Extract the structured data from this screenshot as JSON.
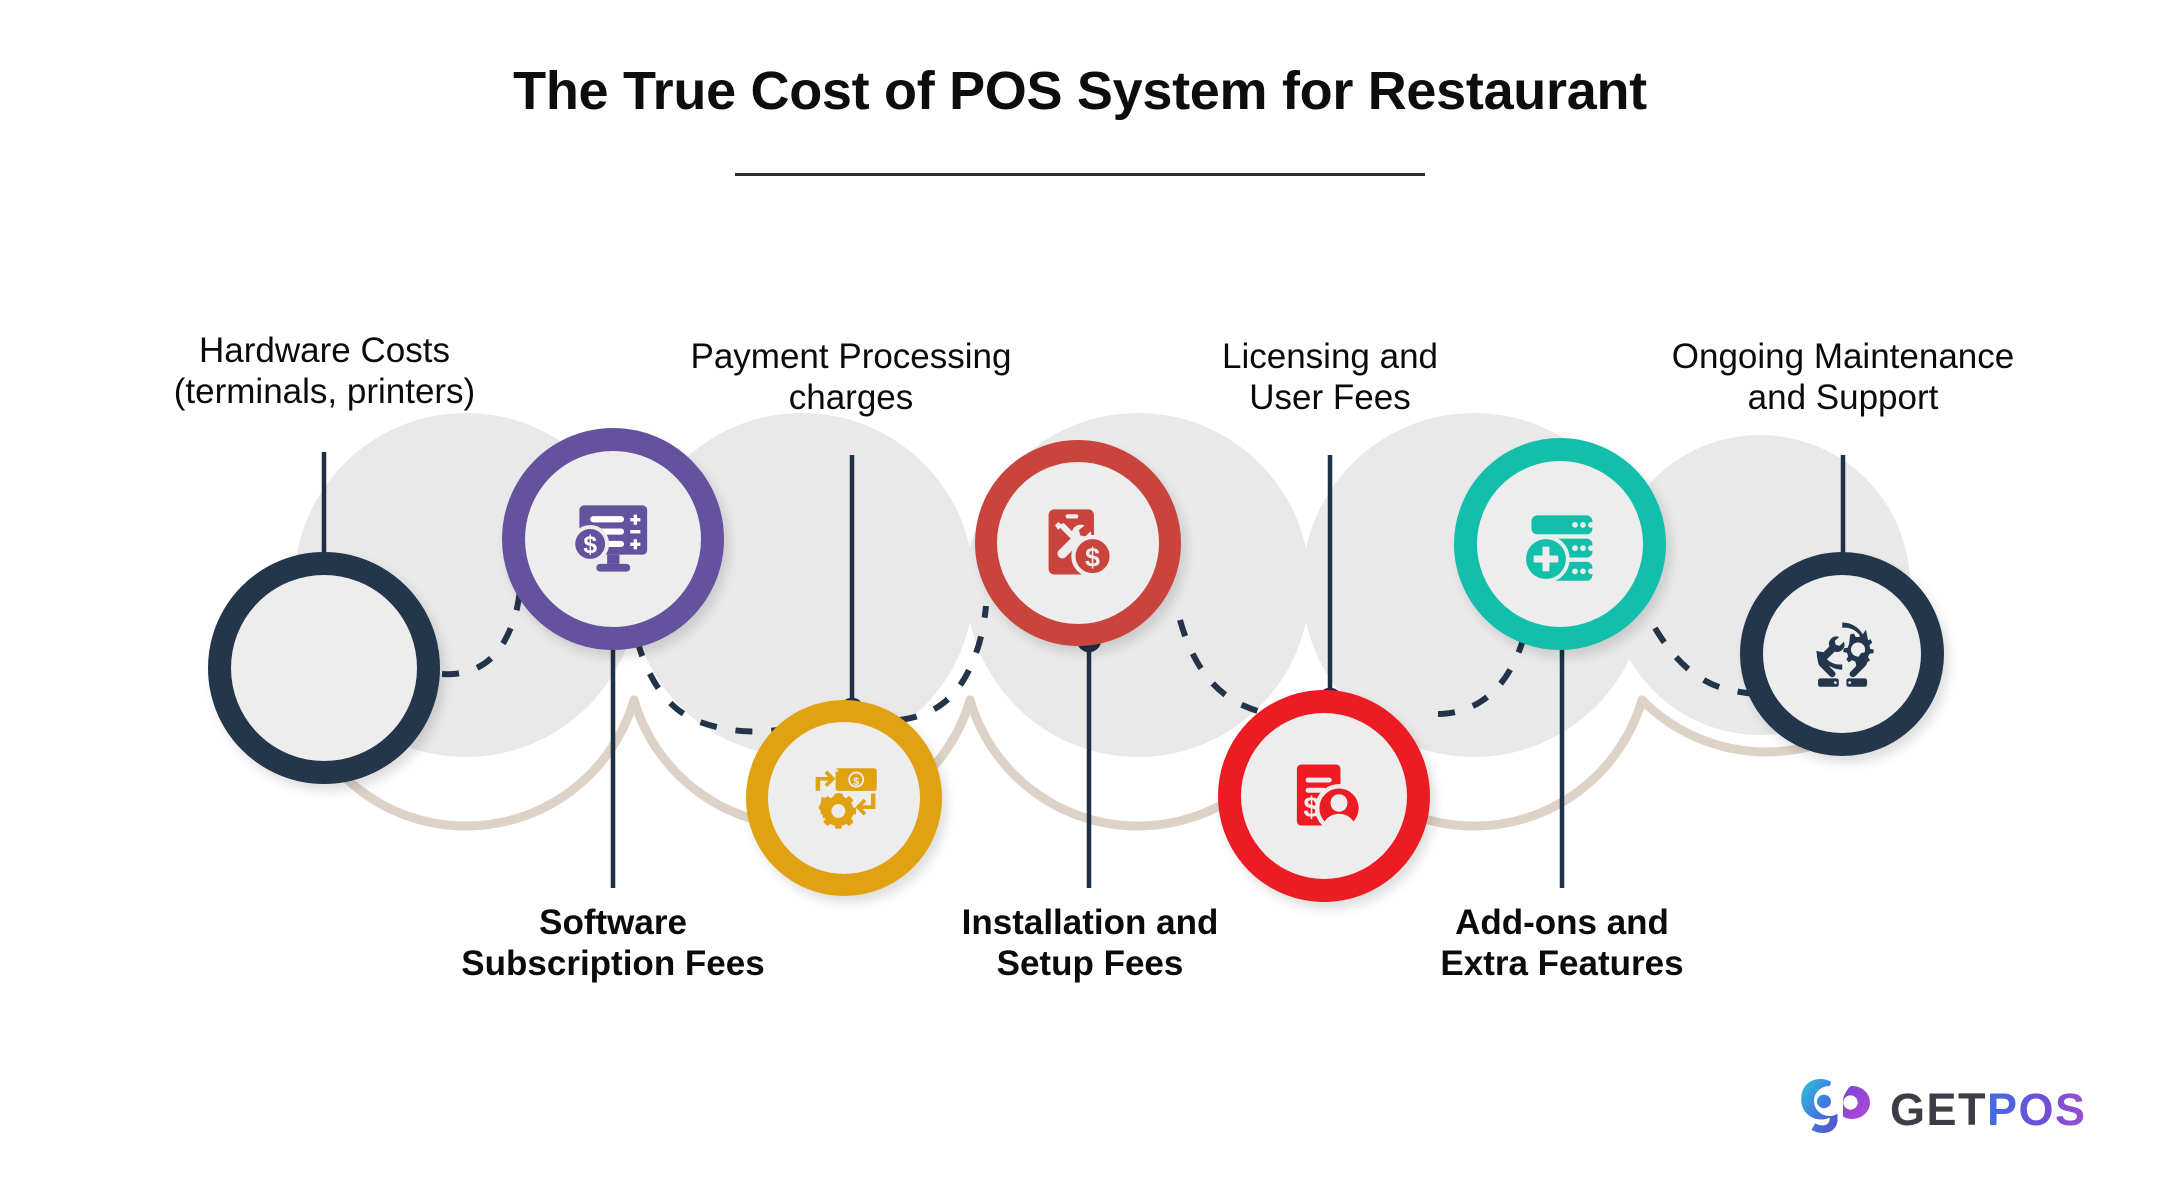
{
  "header": {
    "title": "The True Cost of POS System for Restaurant"
  },
  "logo": {
    "mark": "gp-monogram-icon",
    "text_primary": "GET",
    "text_accent": "POS"
  },
  "colors": {
    "navy": "#23364b",
    "purple": "#64529f",
    "gold": "#e0a211",
    "brick": "#c8443c",
    "red": "#ed1c24",
    "teal": "#12bfab",
    "node_fill": "#ededed",
    "backdrop": "#e9e9e9",
    "backdrop_edge": "#ddd2c6",
    "text": "#0b0b0b"
  },
  "nodes": [
    {
      "id": "hardware-costs",
      "label": "Hardware Costs\n(terminals, printers)",
      "ring_color": "#23364b",
      "icon": "empty-icon",
      "label_position": "above"
    },
    {
      "id": "payment-processing-charges",
      "label": "Payment Processing\ncharges",
      "ring_color": "#64529f",
      "icon": "monitor-dollar-icon",
      "label_position": "above"
    },
    {
      "id": "software-subscription-fees",
      "label": "Software\nSubscription Fees",
      "ring_color": "#e0a211",
      "icon": "gear-banknote-recurring-icon",
      "label_position": "below"
    },
    {
      "id": "installation-and-setup-fees",
      "label": "Installation and\nSetup Fees",
      "ring_color": "#c8443c",
      "icon": "tablet-tools-dollar-icon",
      "label_position": "below"
    },
    {
      "id": "licensing-and-user-fees",
      "label": "Licensing and\nUser Fees",
      "ring_color": "#ed1c24",
      "icon": "invoice-user-dollar-icon",
      "label_position": "above"
    },
    {
      "id": "add-ons-and-extra-features",
      "label": "Add-ons and\nExtra Features",
      "ring_color": "#12bfab",
      "icon": "server-plus-icon",
      "label_position": "below"
    },
    {
      "id": "ongoing-maintenance-and-support",
      "label": "Ongoing Maintenance\nand Support",
      "ring_color": "#23364b",
      "icon": "hands-gear-support-icon",
      "label_position": "above"
    }
  ]
}
